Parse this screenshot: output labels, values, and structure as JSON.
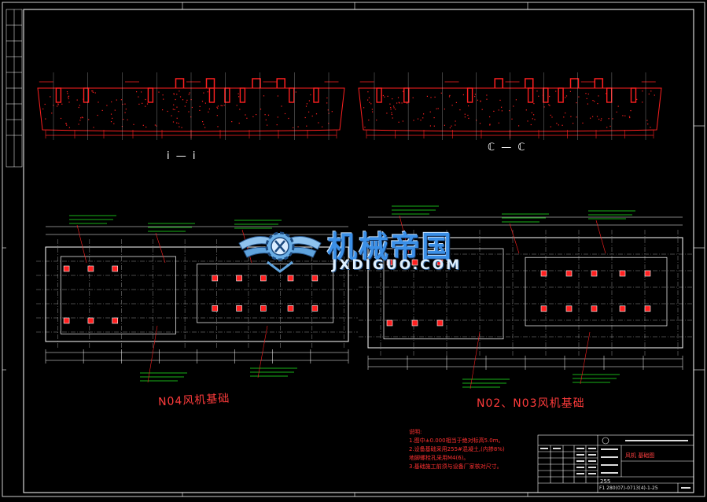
{
  "section_labels": {
    "section_i": "i — i",
    "section_c": "ℂ — ℂ"
  },
  "plan_titles": {
    "left": "N04风机基础",
    "right": "N02、N03风机基础"
  },
  "notes": {
    "heading": "说明:",
    "lines": [
      "1.图中±0.000相当于绝对标高5.0m。",
      "2.设备基础采用255#混凝土,(内掺8%)",
      "   地脚螺栓孔采用M4(6)。",
      "3.基础施工前须与设备厂家核对尺寸。"
    ]
  },
  "watermark": {
    "cn": "机械帝国",
    "en": "JXDIGUO.COM"
  },
  "title_block": {
    "drawing_title": "风机 基础图",
    "number": "255",
    "code": "F1 280(07)-0713(4)-1-25"
  },
  "colors": {
    "frame": "#ffffff",
    "concrete": "#ff2020",
    "dimension": "#ff2020",
    "callout": "#22ee22",
    "grid": "#cfcfcf",
    "background": "#000000"
  }
}
